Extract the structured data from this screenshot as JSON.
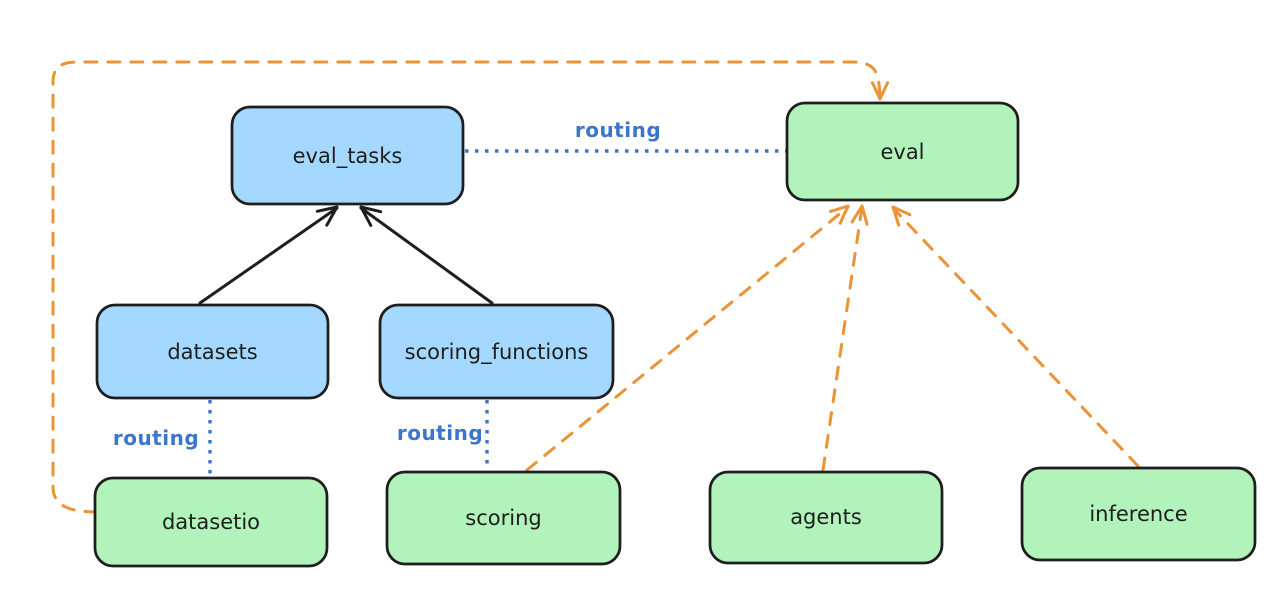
{
  "diagram": {
    "background": "#ffffff",
    "colors": {
      "blue_fill": "#a5d8ff",
      "green_fill": "#b2f2bb",
      "node_stroke": "#1e1e1e",
      "node_text": "#1e1e1e",
      "routing_blue": "#3b76c8",
      "orange_dashed": "#ec9335",
      "black_arrow": "#1e1e1e"
    },
    "nodes": [
      {
        "id": "eval_tasks",
        "label": "eval_tasks",
        "fill": "#a5d8ff"
      },
      {
        "id": "eval",
        "label": "eval",
        "fill": "#b2f2bb"
      },
      {
        "id": "datasets",
        "label": "datasets",
        "fill": "#a5d8ff"
      },
      {
        "id": "scoring_functions",
        "label": "scoring_functions",
        "fill": "#a5d8ff"
      },
      {
        "id": "datasetio",
        "label": "datasetio",
        "fill": "#b2f2bb"
      },
      {
        "id": "scoring",
        "label": "scoring",
        "fill": "#b2f2bb"
      },
      {
        "id": "agents",
        "label": "agents",
        "fill": "#b2f2bb"
      },
      {
        "id": "inference",
        "label": "inference",
        "fill": "#b2f2bb"
      }
    ],
    "edges": [
      {
        "from": "eval_tasks",
        "to": "eval",
        "style": "dotted",
        "color": "#3b76c8",
        "label": "routing",
        "arrowhead": "none"
      },
      {
        "from": "datasets",
        "to": "eval_tasks",
        "style": "solid",
        "color": "#1e1e1e",
        "label": "",
        "arrowhead": "end"
      },
      {
        "from": "scoring_functions",
        "to": "eval_tasks",
        "style": "solid",
        "color": "#1e1e1e",
        "label": "",
        "arrowhead": "end"
      },
      {
        "from": "datasets",
        "to": "datasetio",
        "style": "dotted",
        "color": "#3b76c8",
        "label": "routing",
        "arrowhead": "none"
      },
      {
        "from": "scoring_functions",
        "to": "scoring",
        "style": "dotted",
        "color": "#3b76c8",
        "label": "routing",
        "arrowhead": "none"
      },
      {
        "from": "datasetio",
        "to": "eval",
        "style": "dashed",
        "color": "#ec9335",
        "label": "",
        "arrowhead": "end",
        "route": "left-edge-loop-over-top"
      },
      {
        "from": "scoring",
        "to": "eval",
        "style": "dashed",
        "color": "#ec9335",
        "label": "",
        "arrowhead": "end"
      },
      {
        "from": "agents",
        "to": "eval",
        "style": "dashed",
        "color": "#ec9335",
        "label": "",
        "arrowhead": "end"
      },
      {
        "from": "inference",
        "to": "eval",
        "style": "dashed",
        "color": "#ec9335",
        "label": "",
        "arrowhead": "end"
      }
    ]
  }
}
